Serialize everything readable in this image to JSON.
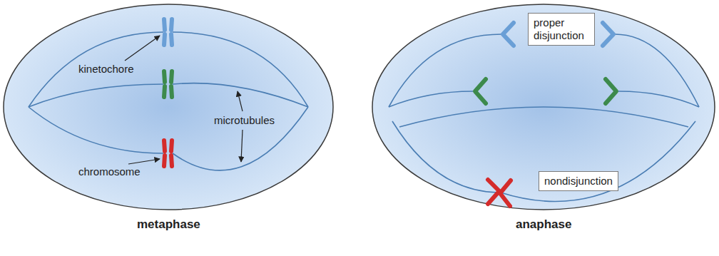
{
  "diagram": {
    "nodes": [
      {
        "text": [
          "proper disjunction"
        ]
      },
      {
        "text": [
          "nondisjunction"
        ]
      }
    ],
    "labels": [
      "kinetochore",
      "chromosome",
      "microtubules",
      "metaphase",
      "anaphase"
    ]
  }
}
